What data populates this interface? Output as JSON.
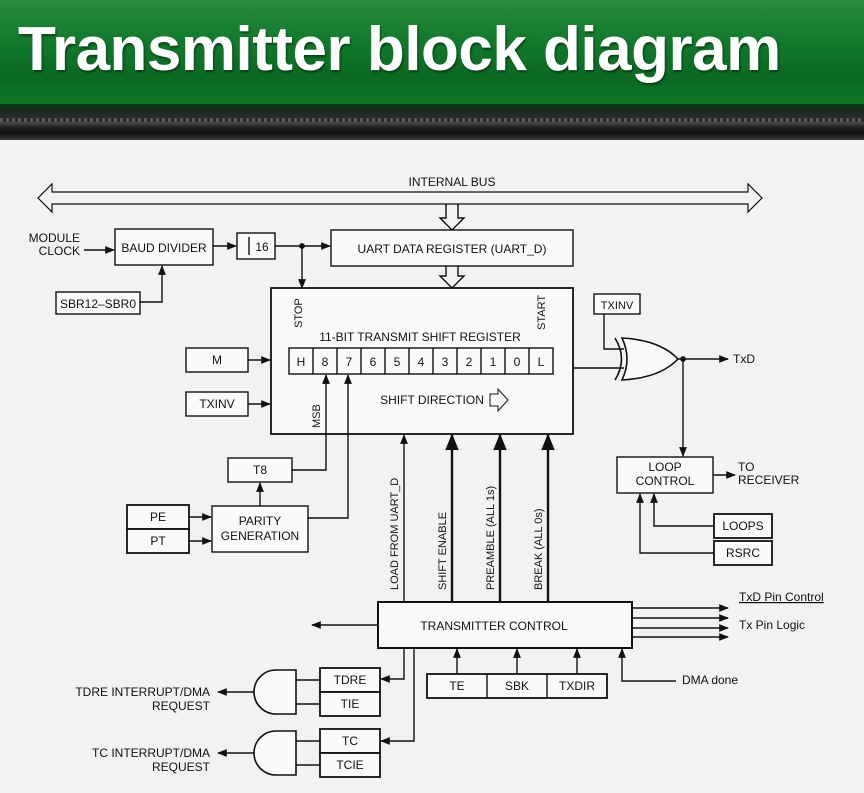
{
  "title": "Transmitter block diagram",
  "diagram": {
    "internal_bus": "INTERNAL BUS",
    "module_clock": [
      "MODULE",
      "CLOCK"
    ],
    "baud_divider": "BAUD DIVIDER",
    "divide_by": "16",
    "uart_data_register": "UART DATA REGISTER (UART_D)",
    "sbr": "SBR12–SBR0",
    "stop": "STOP",
    "start": "START",
    "shift_register_title": "11-BIT TRANSMIT SHIFT REGISTER",
    "bits": [
      "H",
      "8",
      "7",
      "6",
      "5",
      "4",
      "3",
      "2",
      "1",
      "0",
      "L"
    ],
    "msb": "MSB",
    "shift_direction": "SHIFT DIRECTION",
    "m": "M",
    "txinv_left": "TXINV",
    "txinv_top": "TXINV",
    "txd": "TxD",
    "t8": "T8",
    "pe": "PE",
    "pt": "PT",
    "parity_generation": [
      "PARITY",
      "GENERATION"
    ],
    "loop_control": [
      "LOOP",
      "CONTROL"
    ],
    "to_receiver": [
      "TO",
      "RECEIVER"
    ],
    "loops": "LOOPS",
    "rsrc": "RSRC",
    "load_from_uart_d": "LOAD FROM UART_D",
    "shift_enable": "SHIFT ENABLE",
    "preamble": "PREAMBLE (ALL 1s)",
    "break": "BREAK (ALL 0s)",
    "transmitter_control": "TRANSMITTER CONTROL",
    "txd_pin_control": "TxD Pin Control",
    "tx_pin_logic": "Tx Pin Logic",
    "te": "TE",
    "sbk": "SBK",
    "txdir": "TXDIR",
    "dma_done": "DMA done",
    "tdre": "TDRE",
    "tie": "TIE",
    "tc": "TC",
    "tcie": "TCIE",
    "tdre_request": [
      "TDRE INTERRUPT/DMA",
      "REQUEST"
    ],
    "tc_request": [
      "TC INTERRUPT/DMA",
      "REQUEST"
    ]
  }
}
